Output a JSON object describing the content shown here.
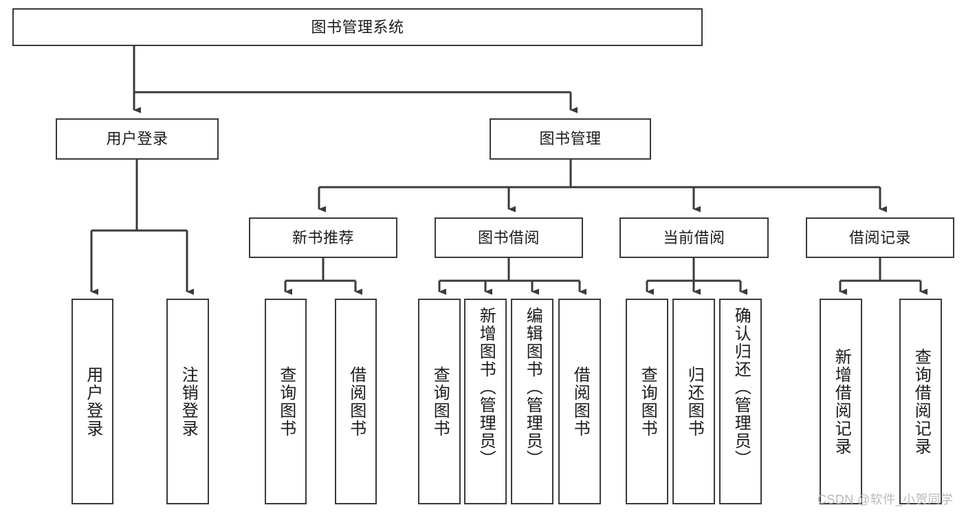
{
  "diagram": {
    "type": "tree",
    "title": "图书管理系统",
    "watermark": "CSDN @软件_小贺同学",
    "colors": {
      "stroke": "#3a3a3a",
      "fill": "#ffffff",
      "text": "#1b1b1b",
      "watermark": "#b9b9b9"
    },
    "root": {
      "label": "图书管理系统"
    },
    "level2": [
      {
        "label": "用户登录"
      },
      {
        "label": "图书管理"
      }
    ],
    "level3": [
      {
        "label": "新书推荐"
      },
      {
        "label": "图书借阅"
      },
      {
        "label": "当前借阅"
      },
      {
        "label": "借阅记录"
      }
    ],
    "leaves": {
      "user_login": [
        {
          "label": "用户登录"
        },
        {
          "label": "注销登录"
        }
      ],
      "new_book": [
        {
          "label": "查询图书"
        },
        {
          "label": "借阅图书"
        }
      ],
      "book_borrow": [
        {
          "label": "查询图书"
        },
        {
          "label": "新增图书（管理员）"
        },
        {
          "label": "编辑图书（管理员）"
        },
        {
          "label": "借阅图书"
        }
      ],
      "current_borrow": [
        {
          "label": "查询图书"
        },
        {
          "label": "归还图书"
        },
        {
          "label": "确认归还（管理员）"
        }
      ],
      "borrow_record": [
        {
          "label": "新增借阅记录"
        },
        {
          "label": "查询借阅记录"
        }
      ]
    }
  }
}
